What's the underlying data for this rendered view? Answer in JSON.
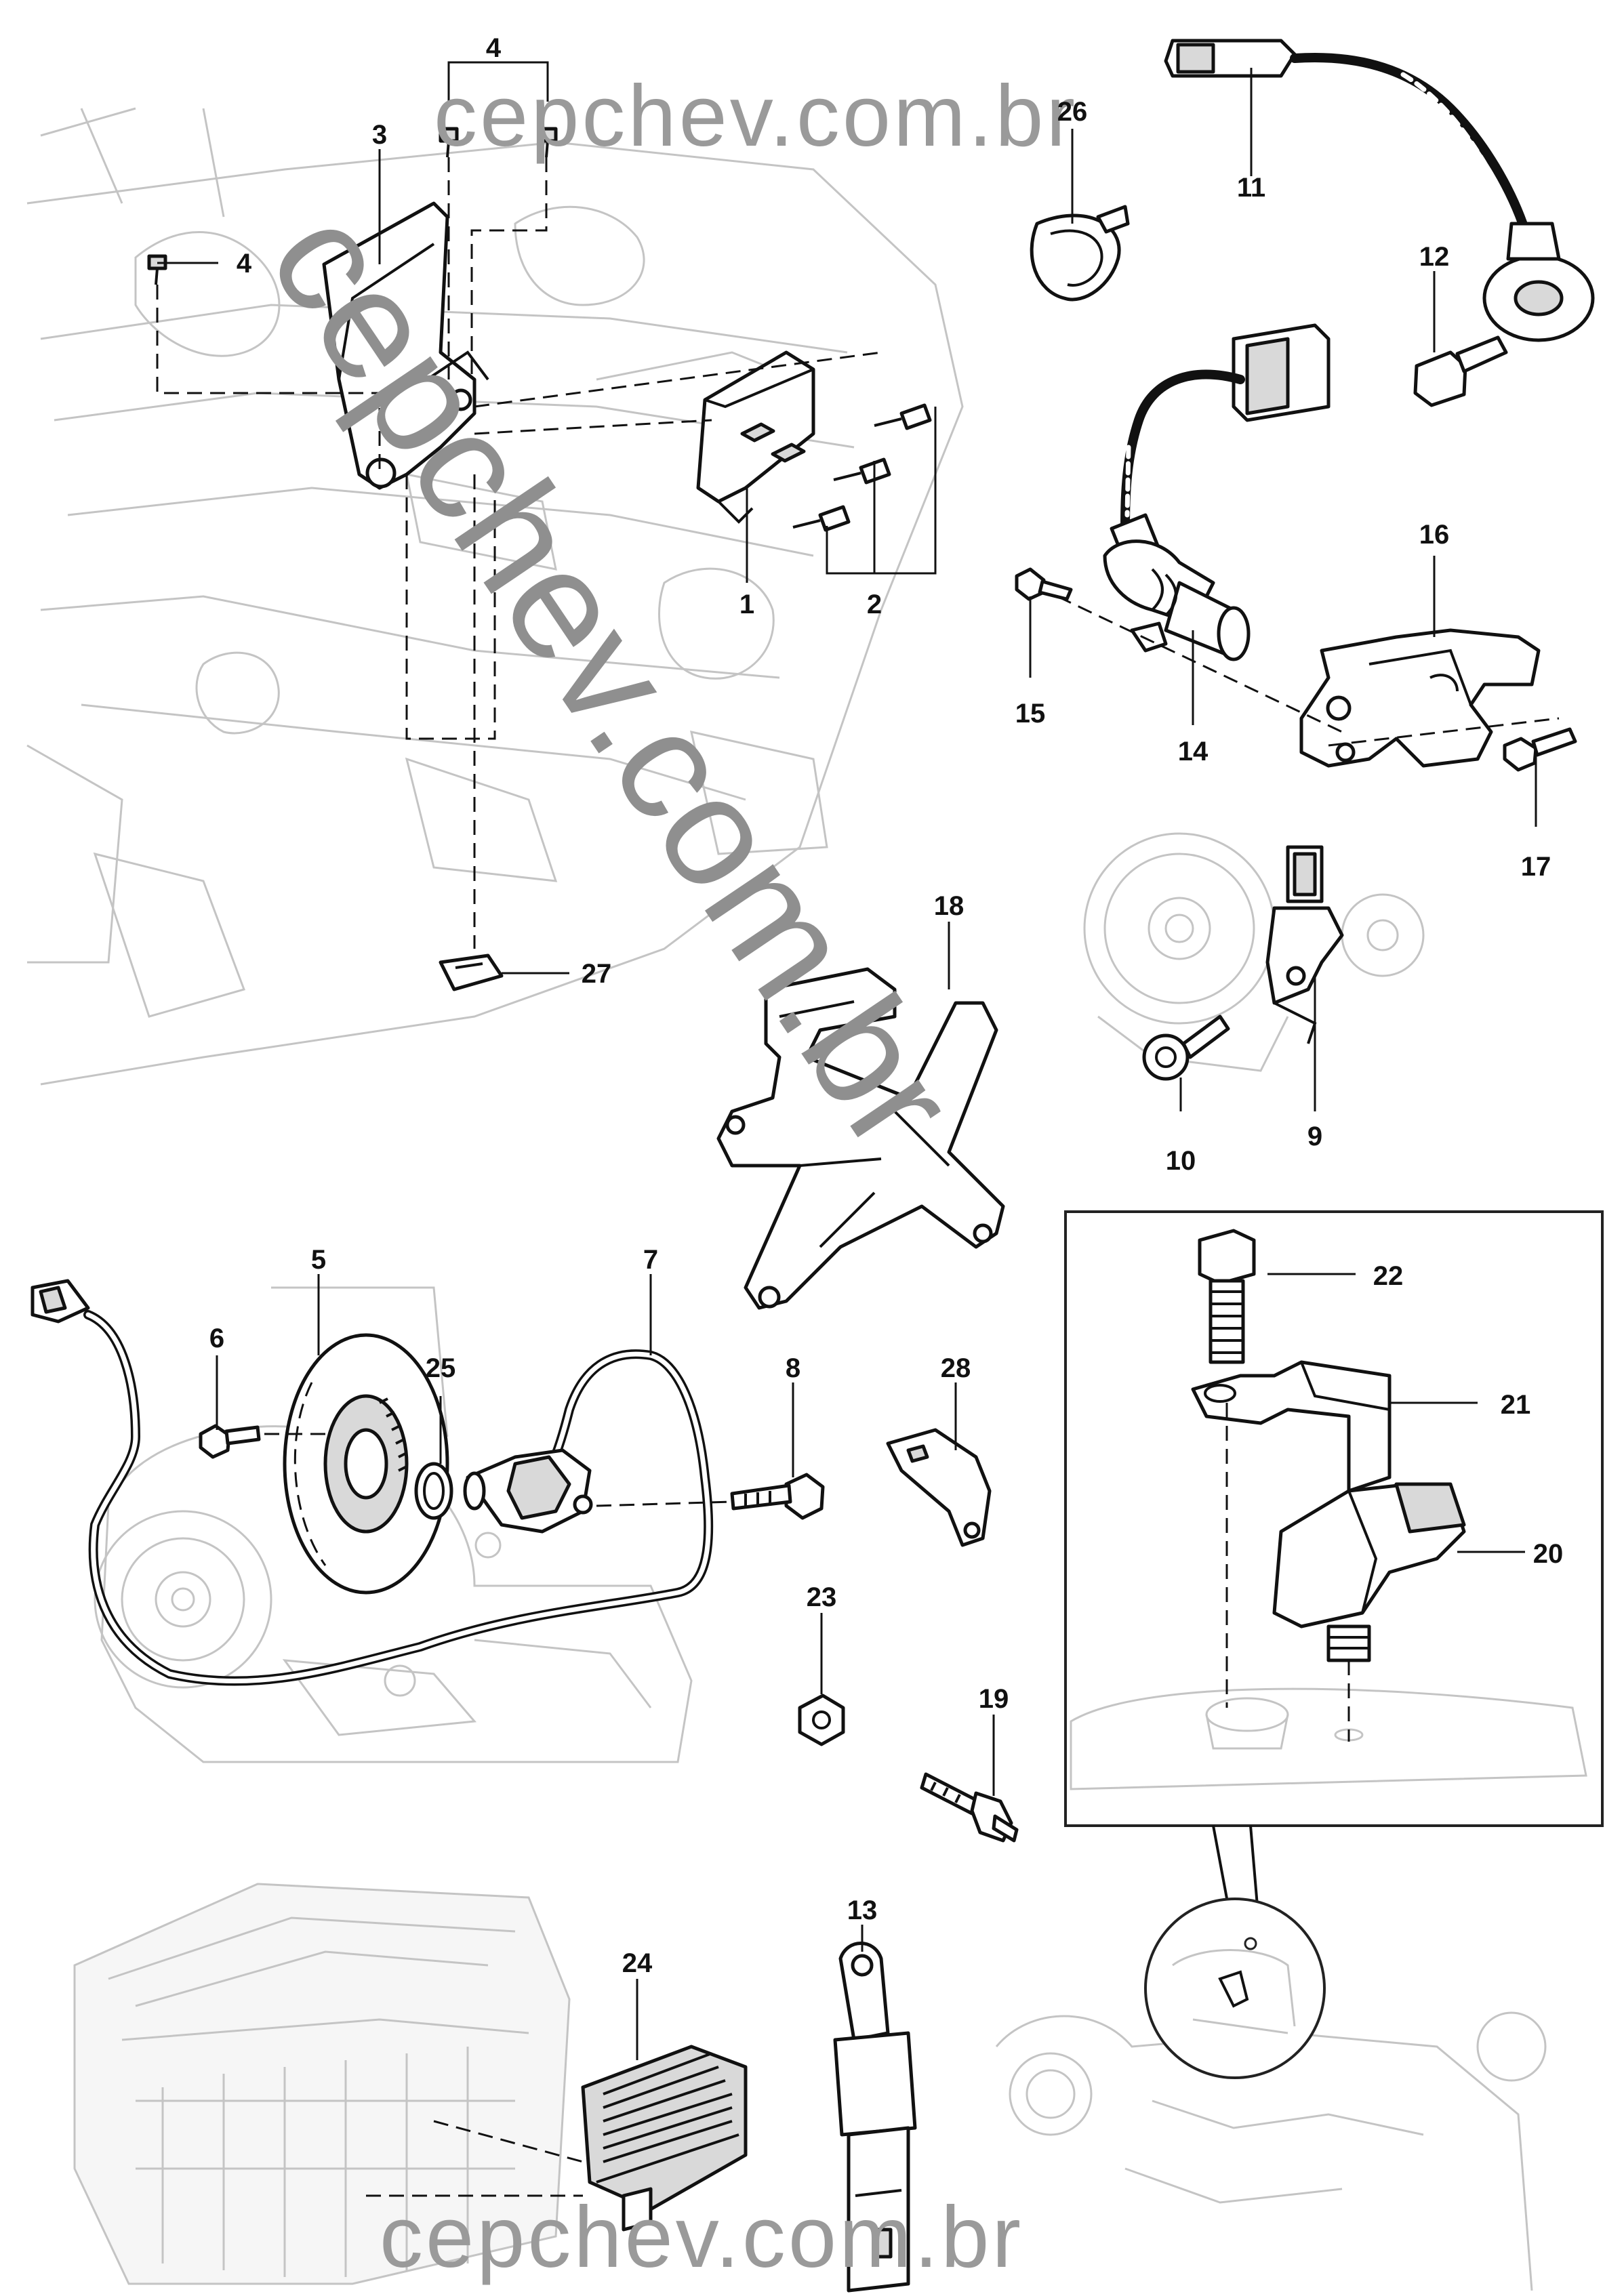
{
  "watermark": {
    "top": "cepchev.com.br",
    "bottom": "cepchev.com.br",
    "diagonal": "cepchev.com.br"
  },
  "callouts": [
    {
      "id": "c1",
      "label": "1"
    },
    {
      "id": "c2",
      "label": "2"
    },
    {
      "id": "c3",
      "label": "3"
    },
    {
      "id": "c4a",
      "label": "4"
    },
    {
      "id": "c4b",
      "label": "4"
    },
    {
      "id": "c5",
      "label": "5"
    },
    {
      "id": "c6",
      "label": "6"
    },
    {
      "id": "c7",
      "label": "7"
    },
    {
      "id": "c8",
      "label": "8"
    },
    {
      "id": "c9",
      "label": "9"
    },
    {
      "id": "c10",
      "label": "10"
    },
    {
      "id": "c11",
      "label": "11"
    },
    {
      "id": "c12",
      "label": "12"
    },
    {
      "id": "c13",
      "label": "13"
    },
    {
      "id": "c14",
      "label": "14"
    },
    {
      "id": "c15",
      "label": "15"
    },
    {
      "id": "c16",
      "label": "16"
    },
    {
      "id": "c17",
      "label": "17"
    },
    {
      "id": "c18",
      "label": "18"
    },
    {
      "id": "c19",
      "label": "19"
    },
    {
      "id": "c20",
      "label": "20"
    },
    {
      "id": "c21",
      "label": "21"
    },
    {
      "id": "c22",
      "label": "22"
    },
    {
      "id": "c23",
      "label": "23"
    },
    {
      "id": "c24",
      "label": "24"
    },
    {
      "id": "c25",
      "label": "25"
    },
    {
      "id": "c26",
      "label": "26"
    },
    {
      "id": "c27",
      "label": "27"
    },
    {
      "id": "c28",
      "label": "28"
    }
  ]
}
